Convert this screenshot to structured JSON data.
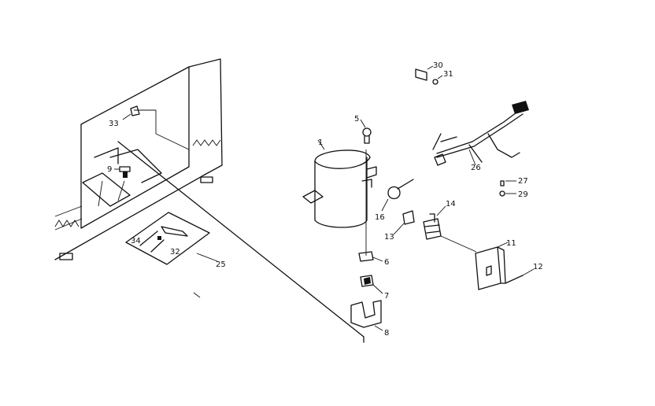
{
  "diagram": {
    "parts": [
      {
        "key": "p1",
        "number": "1"
      },
      {
        "key": "p5",
        "number": "5"
      },
      {
        "key": "p6",
        "number": "6"
      },
      {
        "key": "p7",
        "number": "7"
      },
      {
        "key": "p8",
        "number": "8"
      },
      {
        "key": "p9",
        "number": "9"
      },
      {
        "key": "p11",
        "number": "11"
      },
      {
        "key": "p12",
        "number": "12"
      },
      {
        "key": "p13",
        "number": "13"
      },
      {
        "key": "p14",
        "number": "14"
      },
      {
        "key": "p16",
        "number": "16"
      },
      {
        "key": "p25",
        "number": "25"
      },
      {
        "key": "p26",
        "number": "26"
      },
      {
        "key": "p27",
        "number": "27"
      },
      {
        "key": "p29",
        "number": "29"
      },
      {
        "key": "p30",
        "number": "30"
      },
      {
        "key": "p31",
        "number": "31"
      },
      {
        "key": "p32",
        "number": "32"
      },
      {
        "key": "p33",
        "number": "33"
      },
      {
        "key": "p34",
        "number": "34"
      }
    ]
  }
}
